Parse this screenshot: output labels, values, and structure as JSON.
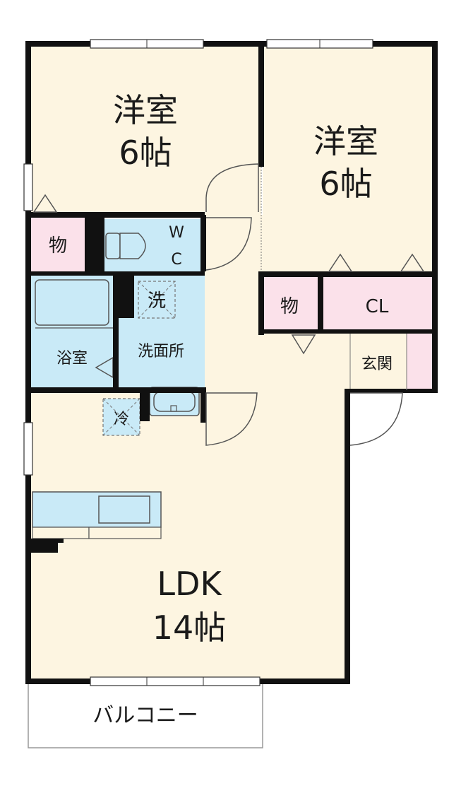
{
  "floor_plan": {
    "rooms": {
      "western_room_1": {
        "name": "洋室",
        "size": "6帖"
      },
      "western_room_2": {
        "name": "洋室",
        "size": "6帖"
      },
      "ldk": {
        "name": "LDK",
        "size": "14帖"
      },
      "storage_1": {
        "name": "物"
      },
      "storage_2": {
        "name": "物"
      },
      "closet": {
        "name": "CL"
      },
      "toilet": {
        "name_line1": "W",
        "name_line2": "C"
      },
      "bathroom": {
        "name": "浴室"
      },
      "washroom": {
        "name": "洗面所"
      },
      "washer_space": {
        "name": "洗"
      },
      "fridge_space": {
        "name": "冷"
      },
      "entrance": {
        "name": "玄関"
      },
      "balcony": {
        "name": "バルコニー"
      }
    },
    "colors": {
      "floor": "#fdf5e1",
      "wet_area": "#c9eaf7",
      "storage": "#fbe1ea",
      "wall": "#111111",
      "balcony": "#ffffff"
    }
  }
}
